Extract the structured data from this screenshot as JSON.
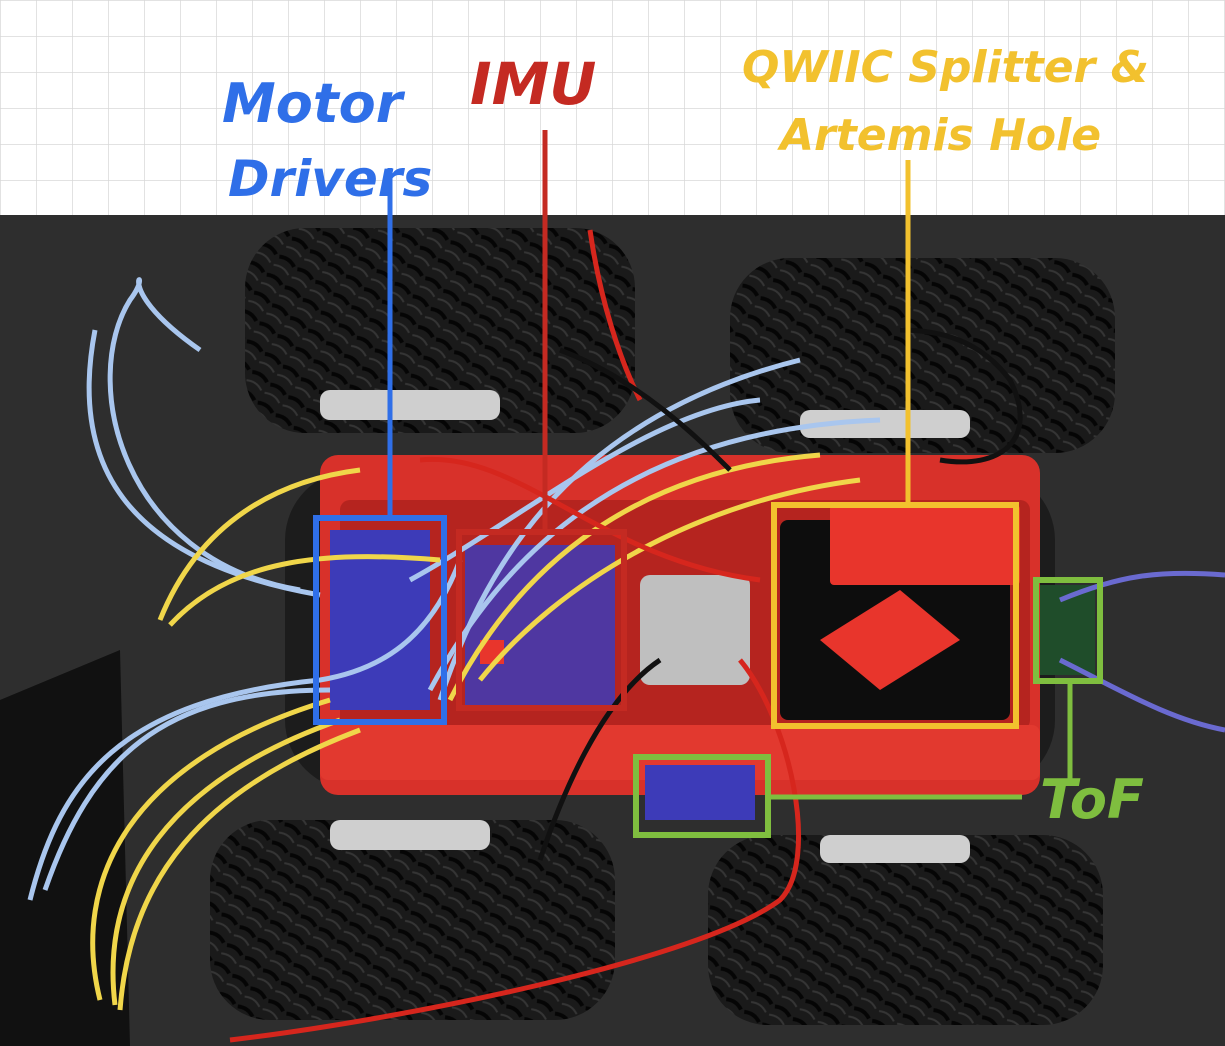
{
  "labels": {
    "motor_drivers": {
      "line1": "Motor",
      "line2": "Drivers",
      "color": "#2f6fe8"
    },
    "imu": {
      "text": "IMU",
      "color": "#c42a22"
    },
    "qwiic": {
      "line1": "QWIIC Splitter &",
      "line2": "Artemis Hole",
      "color": "#f2c12e"
    },
    "tof": {
      "text": "ToF",
      "color": "#7fbe3f"
    }
  },
  "colors": {
    "grid_paper": "#ffffff",
    "grid_line": "#d8d8d8",
    "table": "#2b2b2b",
    "tire": "#151515",
    "chassis": "#d8312a",
    "wire_blue": "#a9c6ee",
    "wire_yellow": "#f0d64a",
    "wire_red": "#d6261d",
    "tape_blue": "#3d3bb8"
  },
  "icons": [
    "motor-driver-board",
    "imu-board",
    "qwiic-splitter-board",
    "tof-sensor"
  ]
}
